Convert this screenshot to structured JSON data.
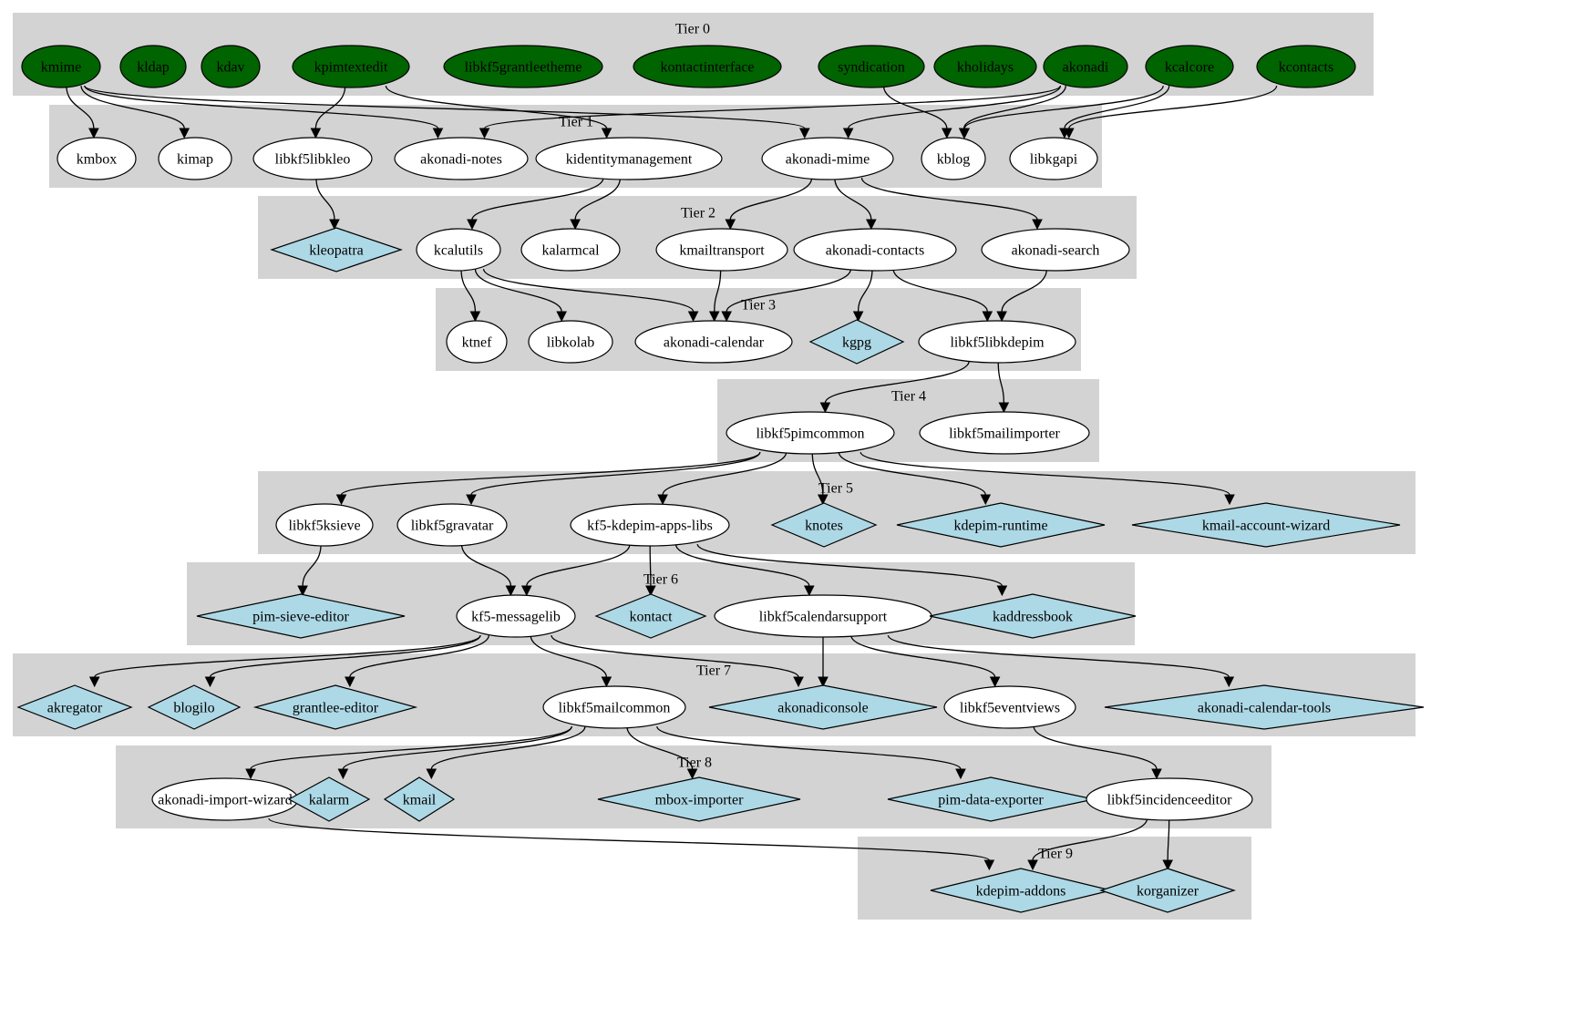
{
  "title": "KDE PIM dependency tiers",
  "colors": {
    "tier_background": "#d3d3d3",
    "tier0_fill": "#006400",
    "library_fill": "#ffffff",
    "application_fill": "#add8e6",
    "stroke": "#000000"
  },
  "legend_semantics": {
    "dark-green-ellipse": "external framework (Tier 0)",
    "white-ellipse": "library",
    "light-blue-diamond": "application"
  },
  "tiers": [
    {
      "id": 0,
      "label": "Tier 0"
    },
    {
      "id": 1,
      "label": "Tier 1"
    },
    {
      "id": 2,
      "label": "Tier 2"
    },
    {
      "id": 3,
      "label": "Tier 3"
    },
    {
      "id": 4,
      "label": "Tier 4"
    },
    {
      "id": 5,
      "label": "Tier 5"
    },
    {
      "id": 6,
      "label": "Tier 6"
    },
    {
      "id": 7,
      "label": "Tier 7"
    },
    {
      "id": 8,
      "label": "Tier 8"
    },
    {
      "id": 9,
      "label": "Tier 9"
    }
  ],
  "nodes": [
    {
      "id": "kmime",
      "label": "kmime",
      "tier": 0,
      "kind": "framework"
    },
    {
      "id": "kldap",
      "label": "kldap",
      "tier": 0,
      "kind": "framework"
    },
    {
      "id": "kdav",
      "label": "kdav",
      "tier": 0,
      "kind": "framework"
    },
    {
      "id": "kpimtextedit",
      "label": "kpimtextedit",
      "tier": 0,
      "kind": "framework"
    },
    {
      "id": "libkf5grantleetheme",
      "label": "libkf5grantleetheme",
      "tier": 0,
      "kind": "framework"
    },
    {
      "id": "kontactinterface",
      "label": "kontactinterface",
      "tier": 0,
      "kind": "framework"
    },
    {
      "id": "syndication",
      "label": "syndication",
      "tier": 0,
      "kind": "framework"
    },
    {
      "id": "kholidays",
      "label": "kholidays",
      "tier": 0,
      "kind": "framework"
    },
    {
      "id": "akonadi",
      "label": "akonadi",
      "tier": 0,
      "kind": "framework"
    },
    {
      "id": "kcalcore",
      "label": "kcalcore",
      "tier": 0,
      "kind": "framework"
    },
    {
      "id": "kcontacts",
      "label": "kcontacts",
      "tier": 0,
      "kind": "framework"
    },
    {
      "id": "kmbox",
      "label": "kmbox",
      "tier": 1,
      "kind": "library"
    },
    {
      "id": "kimap",
      "label": "kimap",
      "tier": 1,
      "kind": "library"
    },
    {
      "id": "libkf5libkleo",
      "label": "libkf5libkleo",
      "tier": 1,
      "kind": "library"
    },
    {
      "id": "akonadi-notes",
      "label": "akonadi-notes",
      "tier": 1,
      "kind": "library"
    },
    {
      "id": "kidentitymanagement",
      "label": "kidentitymanagement",
      "tier": 1,
      "kind": "library"
    },
    {
      "id": "akonadi-mime",
      "label": "akonadi-mime",
      "tier": 1,
      "kind": "library"
    },
    {
      "id": "kblog",
      "label": "kblog",
      "tier": 1,
      "kind": "library"
    },
    {
      "id": "libkgapi",
      "label": "libkgapi",
      "tier": 1,
      "kind": "library"
    },
    {
      "id": "kleopatra",
      "label": "kleopatra",
      "tier": 2,
      "kind": "application"
    },
    {
      "id": "kcalutils",
      "label": "kcalutils",
      "tier": 2,
      "kind": "library"
    },
    {
      "id": "kalarmcal",
      "label": "kalarmcal",
      "tier": 2,
      "kind": "library"
    },
    {
      "id": "kmailtransport",
      "label": "kmailtransport",
      "tier": 2,
      "kind": "library"
    },
    {
      "id": "akonadi-contacts",
      "label": "akonadi-contacts",
      "tier": 2,
      "kind": "library"
    },
    {
      "id": "akonadi-search",
      "label": "akonadi-search",
      "tier": 2,
      "kind": "library"
    },
    {
      "id": "ktnef",
      "label": "ktnef",
      "tier": 3,
      "kind": "library"
    },
    {
      "id": "libkolab",
      "label": "libkolab",
      "tier": 3,
      "kind": "library"
    },
    {
      "id": "akonadi-calendar",
      "label": "akonadi-calendar",
      "tier": 3,
      "kind": "library"
    },
    {
      "id": "kgpg",
      "label": "kgpg",
      "tier": 3,
      "kind": "application"
    },
    {
      "id": "libkf5libkdepim",
      "label": "libkf5libkdepim",
      "tier": 3,
      "kind": "library"
    },
    {
      "id": "libkf5pimcommon",
      "label": "libkf5pimcommon",
      "tier": 4,
      "kind": "library"
    },
    {
      "id": "libkf5mailimporter",
      "label": "libkf5mailimporter",
      "tier": 4,
      "kind": "library"
    },
    {
      "id": "libkf5ksieve",
      "label": "libkf5ksieve",
      "tier": 5,
      "kind": "library"
    },
    {
      "id": "libkf5gravatar",
      "label": "libkf5gravatar",
      "tier": 5,
      "kind": "library"
    },
    {
      "id": "kf5-kdepim-apps-libs",
      "label": "kf5-kdepim-apps-libs",
      "tier": 5,
      "kind": "library"
    },
    {
      "id": "knotes",
      "label": "knotes",
      "tier": 5,
      "kind": "application"
    },
    {
      "id": "kdepim-runtime",
      "label": "kdepim-runtime",
      "tier": 5,
      "kind": "application"
    },
    {
      "id": "kmail-account-wizard",
      "label": "kmail-account-wizard",
      "tier": 5,
      "kind": "application"
    },
    {
      "id": "pim-sieve-editor",
      "label": "pim-sieve-editor",
      "tier": 6,
      "kind": "application"
    },
    {
      "id": "kf5-messagelib",
      "label": "kf5-messagelib",
      "tier": 6,
      "kind": "library"
    },
    {
      "id": "kontact",
      "label": "kontact",
      "tier": 6,
      "kind": "application"
    },
    {
      "id": "libkf5calendarsupport",
      "label": "libkf5calendarsupport",
      "tier": 6,
      "kind": "library"
    },
    {
      "id": "kaddressbook",
      "label": "kaddressbook",
      "tier": 6,
      "kind": "application"
    },
    {
      "id": "akregator",
      "label": "akregator",
      "tier": 7,
      "kind": "application"
    },
    {
      "id": "blogilo",
      "label": "blogilo",
      "tier": 7,
      "kind": "application"
    },
    {
      "id": "grantlee-editor",
      "label": "grantlee-editor",
      "tier": 7,
      "kind": "application"
    },
    {
      "id": "libkf5mailcommon",
      "label": "libkf5mailcommon",
      "tier": 7,
      "kind": "library"
    },
    {
      "id": "akonadiconsole",
      "label": "akonadiconsole",
      "tier": 7,
      "kind": "application"
    },
    {
      "id": "libkf5eventviews",
      "label": "libkf5eventviews",
      "tier": 7,
      "kind": "library"
    },
    {
      "id": "akonadi-calendar-tools",
      "label": "akonadi-calendar-tools",
      "tier": 7,
      "kind": "application"
    },
    {
      "id": "akonadi-import-wizard",
      "label": "akonadi-import-wizard",
      "tier": 8,
      "kind": "library"
    },
    {
      "id": "kalarm",
      "label": "kalarm",
      "tier": 8,
      "kind": "application"
    },
    {
      "id": "kmail",
      "label": "kmail",
      "tier": 8,
      "kind": "application"
    },
    {
      "id": "mbox-importer",
      "label": "mbox-importer",
      "tier": 8,
      "kind": "application"
    },
    {
      "id": "pim-data-exporter",
      "label": "pim-data-exporter",
      "tier": 8,
      "kind": "application"
    },
    {
      "id": "libkf5incidenceeditor",
      "label": "libkf5incidenceeditor",
      "tier": 8,
      "kind": "library"
    },
    {
      "id": "kdepim-addons",
      "label": "kdepim-addons",
      "tier": 9,
      "kind": "application"
    },
    {
      "id": "korganizer",
      "label": "korganizer",
      "tier": 9,
      "kind": "application"
    }
  ],
  "edges": [
    [
      "kmime",
      "kmbox"
    ],
    [
      "kmime",
      "kimap"
    ],
    [
      "kmime",
      "akonadi-notes"
    ],
    [
      "kmime",
      "akonadi-mime"
    ],
    [
      "kpimtextedit",
      "libkf5libkleo"
    ],
    [
      "kpimtextedit",
      "kidentitymanagement"
    ],
    [
      "akonadi",
      "akonadi-notes"
    ],
    [
      "akonadi",
      "akonadi-mime"
    ],
    [
      "akonadi",
      "kblog"
    ],
    [
      "syndication",
      "kblog"
    ],
    [
      "kcalcore",
      "kblog"
    ],
    [
      "kcalcore",
      "libkgapi"
    ],
    [
      "kcontacts",
      "libkgapi"
    ],
    [
      "libkf5libkleo",
      "kleopatra"
    ],
    [
      "kidentitymanagement",
      "kcalutils"
    ],
    [
      "kidentitymanagement",
      "kalarmcal"
    ],
    [
      "akonadi-mime",
      "kmailtransport"
    ],
    [
      "akonadi-mime",
      "akonadi-contacts"
    ],
    [
      "akonadi-mime",
      "akonadi-search"
    ],
    [
      "kcalutils",
      "ktnef"
    ],
    [
      "kcalutils",
      "libkolab"
    ],
    [
      "kcalutils",
      "akonadi-calendar"
    ],
    [
      "kmailtransport",
      "akonadi-calendar"
    ],
    [
      "akonadi-contacts",
      "akonadi-calendar"
    ],
    [
      "akonadi-contacts",
      "kgpg"
    ],
    [
      "akonadi-contacts",
      "libkf5libkdepim"
    ],
    [
      "akonadi-search",
      "libkf5libkdepim"
    ],
    [
      "libkf5libkdepim",
      "libkf5pimcommon"
    ],
    [
      "libkf5libkdepim",
      "libkf5mailimporter"
    ],
    [
      "libkf5pimcommon",
      "libkf5ksieve"
    ],
    [
      "libkf5pimcommon",
      "libkf5gravatar"
    ],
    [
      "libkf5pimcommon",
      "kf5-kdepim-apps-libs"
    ],
    [
      "libkf5pimcommon",
      "knotes"
    ],
    [
      "libkf5pimcommon",
      "kdepim-runtime"
    ],
    [
      "libkf5pimcommon",
      "kmail-account-wizard"
    ],
    [
      "libkf5ksieve",
      "pim-sieve-editor"
    ],
    [
      "libkf5gravatar",
      "kf5-messagelib"
    ],
    [
      "kf5-kdepim-apps-libs",
      "kf5-messagelib"
    ],
    [
      "kf5-kdepim-apps-libs",
      "kontact"
    ],
    [
      "kf5-kdepim-apps-libs",
      "libkf5calendarsupport"
    ],
    [
      "kf5-kdepim-apps-libs",
      "kaddressbook"
    ],
    [
      "kf5-messagelib",
      "akregator"
    ],
    [
      "kf5-messagelib",
      "blogilo"
    ],
    [
      "kf5-messagelib",
      "grantlee-editor"
    ],
    [
      "kf5-messagelib",
      "libkf5mailcommon"
    ],
    [
      "kf5-messagelib",
      "akonadiconsole"
    ],
    [
      "libkf5calendarsupport",
      "akonadiconsole"
    ],
    [
      "libkf5calendarsupport",
      "libkf5eventviews"
    ],
    [
      "libkf5calendarsupport",
      "akonadi-calendar-tools"
    ],
    [
      "libkf5mailcommon",
      "akonadi-import-wizard"
    ],
    [
      "libkf5mailcommon",
      "kalarm"
    ],
    [
      "libkf5mailcommon",
      "kmail"
    ],
    [
      "libkf5mailcommon",
      "mbox-importer"
    ],
    [
      "libkf5mailcommon",
      "pim-data-exporter"
    ],
    [
      "libkf5eventviews",
      "libkf5incidenceeditor"
    ],
    [
      "akonadi-import-wizard",
      "kdepim-addons"
    ],
    [
      "libkf5incidenceeditor",
      "kdepim-addons"
    ],
    [
      "libkf5incidenceeditor",
      "korganizer"
    ]
  ]
}
